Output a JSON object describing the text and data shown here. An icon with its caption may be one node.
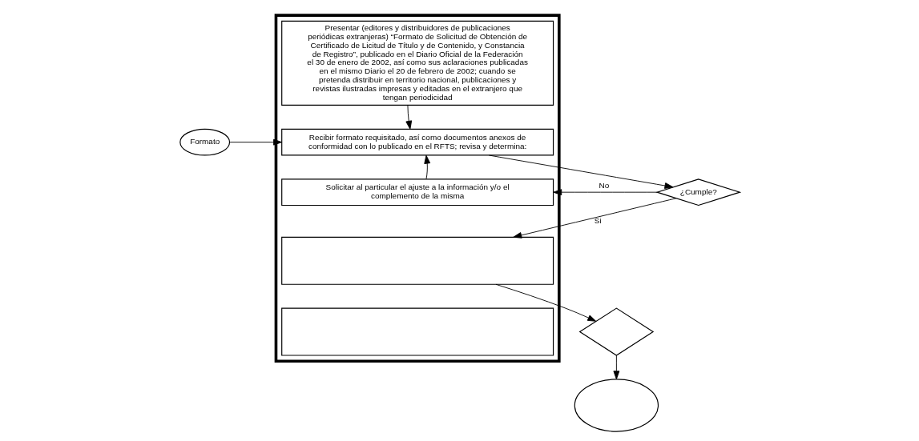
{
  "diagram": {
    "nodes": [
      {
        "text": [
          "Formato"
        ]
      },
      {
        "text": [],
        "shape": "box"
      },
      {
        "text": [
          "Presentar (editores y distribuidores de publicaciones periódicas extranjeras) “Formato de Solicitud de Obtención de Certificado de Licitud de Título y de Contenido, y Constancia de Registro”, publicado en el Diario Oficial de la Federación el 30 de enero de 2002, así como sus aclaraciones publicadas en el mismo Diario el 20 de febrero de 2002; cuando se pretenda distribuir en territorio nacional, publicaciones y revistas ilustradas impresas y editadas en el extranjero que tengan periodicidad"
        ],
        "in": 1
      },
      {
        "text": [
          "Recibir formato requisitado, así como documentos anexos de conformidad con lo publicado en el RFTS; revisa y determina:"
        ],
        "in": 1
      },
      {
        "text": [
          "Solicitar al particular el ajuste a la información y/o el complemento de la misma"
        ],
        "in": 1
      },
      {
        "text": [],
        "shape": "box",
        "in": 1
      },
      {
        "text": [],
        "shape": "box",
        "in": 1
      },
      {
        "text": [
          "¿Cumple?"
        ]
      },
      {
        "text": [],
        "shape": "diamond"
      },
      {
        "text": [],
        "shape": "ellipse"
      }
    ],
    "edges": [
      {
        "from": 0,
        "to": 3,
        "arrow": "to"
      },
      {
        "from": 2,
        "to": 3,
        "arrow": "to"
      },
      {
        "from": 3,
        "to": 7,
        "arrow": "to"
      },
      {
        "from": 7,
        "to": 4,
        "arrow": "to",
        "label": "No"
      },
      {
        "from": 7,
        "to": 5,
        "arrow": "to",
        "label": "Si"
      },
      {
        "from": 4,
        "to": 3,
        "arrow": "to"
      },
      {
        "from": 5,
        "to": 8,
        "arrow": "to"
      },
      {
        "from": 8,
        "to": 9,
        "arrow": "to"
      }
    ]
  }
}
